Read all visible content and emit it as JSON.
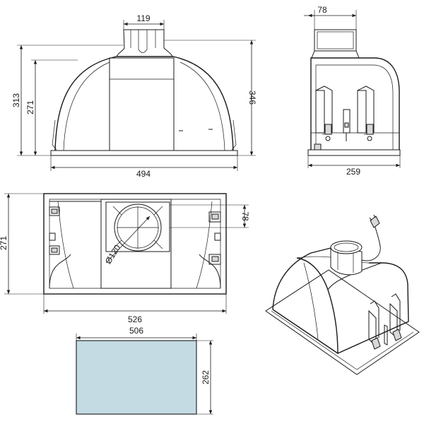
{
  "dims": {
    "front_duct_width": "119",
    "front_height_total": "313",
    "front_height_body": "271",
    "front_height_right": "346",
    "front_width": "494",
    "side_duct_width": "78",
    "side_depth": "259",
    "bottom_depth": "271",
    "bottom_duct_offset": "78",
    "bottom_duct_diameter": "Ø120",
    "bottom_width": "526",
    "cutout_width": "506",
    "cutout_height": "262"
  },
  "colors": {
    "line": "#1a1a1a",
    "cutout_fill": "#c5dbe4"
  }
}
